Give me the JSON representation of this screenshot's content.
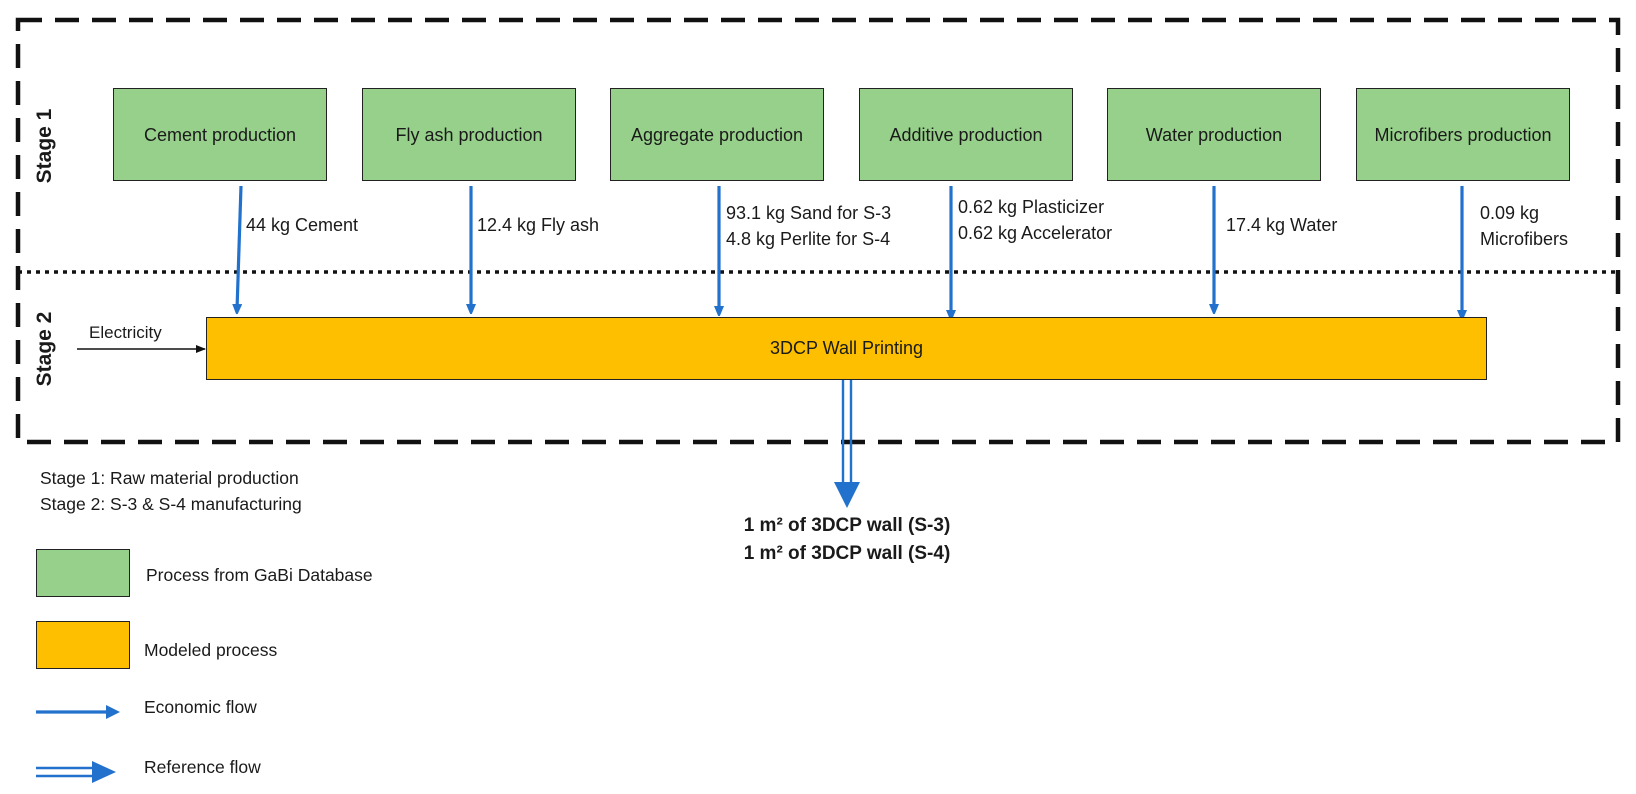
{
  "stages": {
    "stage1": "Stage 1",
    "stage2": "Stage 2"
  },
  "processes": [
    {
      "label": "Cement production",
      "flow": [
        "44 kg Cement"
      ]
    },
    {
      "label": "Fly ash production",
      "flow": [
        "12.4 kg Fly ash"
      ]
    },
    {
      "label": "Aggregate production",
      "flow": [
        "93.1 kg Sand for S-3",
        "4.8 kg Perlite for S-4"
      ]
    },
    {
      "label": "Additive production",
      "flow": [
        "0.62 kg Plasticizer",
        "0.62 kg Accelerator"
      ]
    },
    {
      "label": "Water production",
      "flow": [
        "17.4 kg Water"
      ]
    },
    {
      "label": "Microfibers production",
      "flow": [
        "0.09 kg",
        "Microfibers"
      ]
    }
  ],
  "main_process": "3DCP Wall Printing",
  "electricity": "Electricity",
  "outputs": [
    "1 m² of 3DCP wall (S-3)",
    "1 m² of 3DCP wall (S-4)"
  ],
  "stage_notes": [
    "Stage 1: Raw material production",
    "Stage 2: S-3 & S-4 manufacturing"
  ],
  "legend": {
    "gabi": "Process from GaBi Database",
    "modeled": "Modeled process",
    "economic": "Economic flow",
    "reference": "Reference flow"
  },
  "colors": {
    "green": "#97d08a",
    "orange": "#fdbf00",
    "arrow": "#2271cc"
  }
}
